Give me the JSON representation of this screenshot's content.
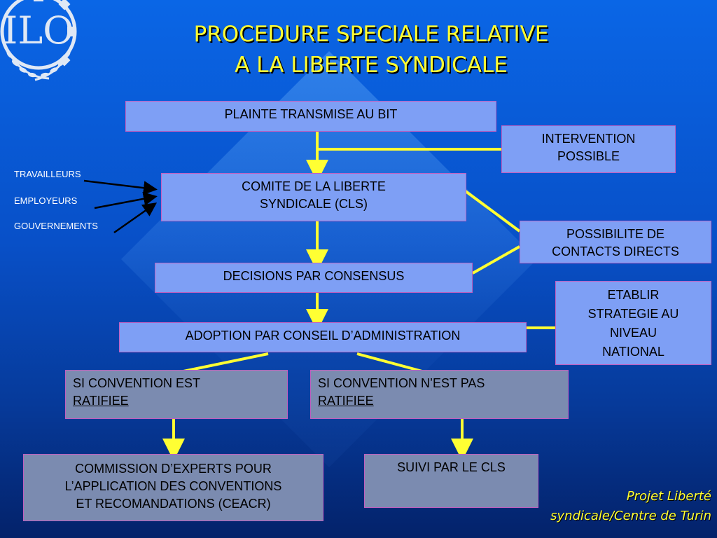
{
  "title": {
    "line1": "PROCEDURE SPECIALE RELATIVE",
    "line2": "A LA LIBERTE SYNDICALE"
  },
  "logo": {
    "text": "ILO",
    "icon": "ilo-logo-icon"
  },
  "boxes": {
    "plainte": "PLAINTE TRANSMISE AU BIT",
    "intervention_l1": "INTERVENTION",
    "intervention_l2": "POSSIBLE",
    "comite_l1": "COMITE DE LA LIBERTE",
    "comite_l2": "SYNDICALE (CLS)",
    "contacts_l1": "POSSIBILITE DE",
    "contacts_l2": "CONTACTS DIRECTS",
    "decisions": "DECISIONS PAR CONSENSUS",
    "strategie_l1": "ETABLIR",
    "strategie_l2": "STRATEGIE AU",
    "strategie_l3": "NIVEAU",
    "strategie_l4": "NATIONAL",
    "adoption": "ADOPTION PAR CONSEIL D’ADMINISTRATION",
    "ratifiee_l1": "SI CONVENTION EST",
    "ratifiee_l2": "RATIFIEE",
    "non_ratifiee_l1": "SI CONVENTION N’EST PAS",
    "non_ratifiee_l2": "RATIFIEE",
    "ceacr_l1": "COMMISSION D’EXPERTS POUR",
    "ceacr_l2": "L’APPLICATION DES CONVENTIONS",
    "ceacr_l3": "ET RECOMANDATIONS (CEACR)",
    "suivi": "SUIVI PAR LE CLS"
  },
  "side_labels": {
    "travailleurs": "TRAVAILLEURS",
    "employeurs": "EMPLOYEURS",
    "gouvernements": "GOUVERNEMENTS"
  },
  "footer": {
    "line1": "Projet Liberté",
    "line2": "syndicale/Centre de Turin"
  },
  "colors": {
    "connector": "#ffff33",
    "box_blue": "#7e9ff5",
    "box_grey": "#7b8bb0",
    "title": "#ffff33"
  }
}
